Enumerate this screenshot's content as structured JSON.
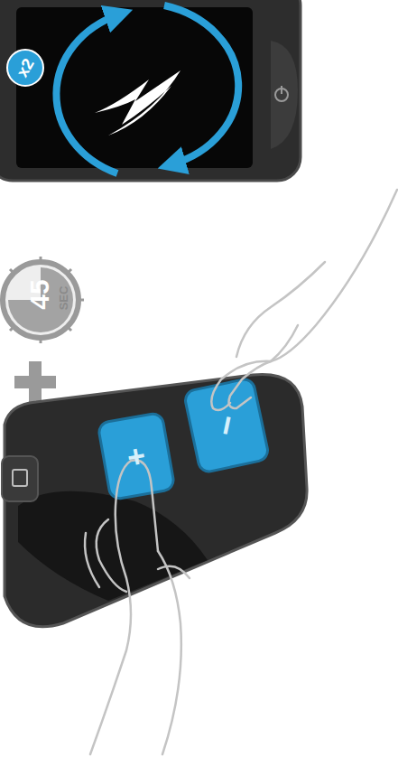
{
  "diagram": {
    "labels": [
      "x2",
      "45",
      "SEC",
      "+",
      "−"
    ]
  }
}
